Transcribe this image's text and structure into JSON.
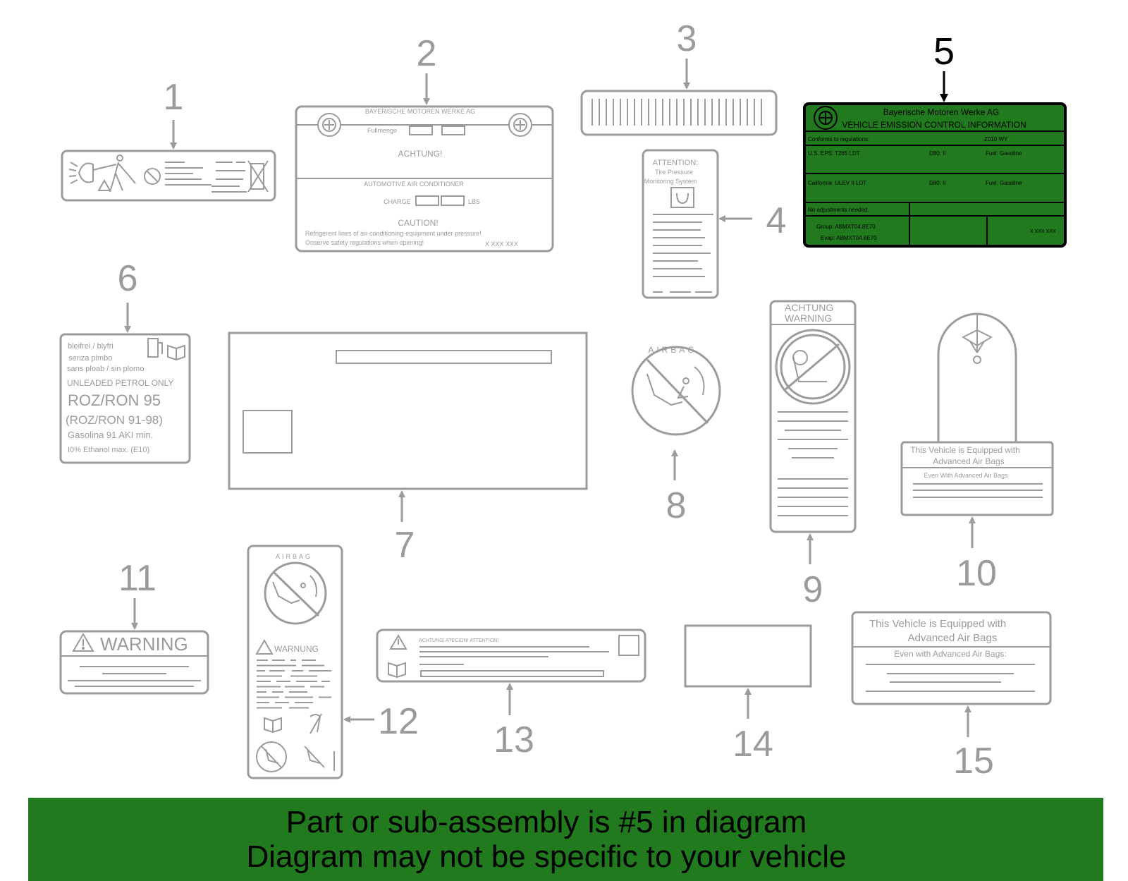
{
  "colors": {
    "line": "#9b9b9b",
    "highlight_fill": "#217a1e",
    "highlight_stroke": "#000000",
    "banner_bg": "#217a1e"
  },
  "callouts": {
    "n1": "1",
    "n2": "2",
    "n3": "3",
    "n4": "4",
    "n5": "5",
    "n6": "6",
    "n7": "7",
    "n8": "8",
    "n9": "9",
    "n10": "10",
    "n11": "11",
    "n12": "12",
    "n13": "13",
    "n14": "14",
    "n15": "15"
  },
  "label2": {
    "maker": "BAYERISCHE MOTOREN WERKE AG",
    "fill_label": "Fullmenge",
    "achtung": "ACHTUNG!",
    "ac_title": "AUTOMOTIVE AIR CONDITIONER",
    "charge": "CHARGE",
    "lbs": "LBS",
    "caution": "CAUTION!",
    "warning_line1": "Refrigerent lines of air-conditioning-equipment under pressure!",
    "warning_line2": "Onserve safety regulations when opening!",
    "part_code": "X XXX XXX"
  },
  "label4": {
    "attention": "ATTENTION:",
    "line1": "Tire Pressure",
    "line2": "Monitoring System"
  },
  "label5": {
    "maker": "Bayerische Motoren Werke AG",
    "title": "VEHICLE EMISSION CONTROL INFORMATION",
    "conforms": "Conforms to regulations:",
    "model_year": "Z010 WY",
    "us_eps": "U.S. EPS: T265 LDT",
    "d80_1": "D80: II",
    "fuel_1": "Fuel: Gasoline",
    "california": "California: ULEV II LDT",
    "d80_2": "D80: II",
    "fuel_2": "Fuel: Gasoline",
    "no_adjust": "No adjustments needed.",
    "group": "Group: ABMXT04.8E70",
    "evap": "Evap: ABMXT04.8E70",
    "code": "X XXX XXX"
  },
  "label6": {
    "line1": "bleifrei / blyfri",
    "line2": "senza pimbo",
    "line3": "sans ploab  / sin plomo",
    "line4": "UNLEADED PETROL ONLY",
    "line5": "ROZ/RON 95",
    "line6": "(ROZ/RON 91-98)",
    "line7": "Gasolina 91 AKI min.",
    "line8": "I0% Ethanol max. (E10)"
  },
  "label8": {
    "airbag": "AIRBAG"
  },
  "label9": {
    "line1": "ACHTUNG",
    "line2": "WARNING"
  },
  "label10": {
    "line1": "This Vehicle is Equipped with",
    "line2": "Advanced Air Bags",
    "line3": "Even With Advanced Air Bags"
  },
  "label11": {
    "warning": "WARNING"
  },
  "label12": {
    "airbag": "AIRBAG",
    "warnung": "WARNUNG"
  },
  "label13": {
    "header": "ACHTUNG!  ATECION!  ATTENTION!"
  },
  "label15": {
    "line1": "This  Vehicle is Equipped with",
    "line2": "Advanced Air Bags",
    "line3": "Even with Advanced Air Bags:"
  },
  "banner": {
    "line1": "Part or sub-assembly is #5 in diagram",
    "line2": "Diagram may not be specific to your vehicle"
  }
}
